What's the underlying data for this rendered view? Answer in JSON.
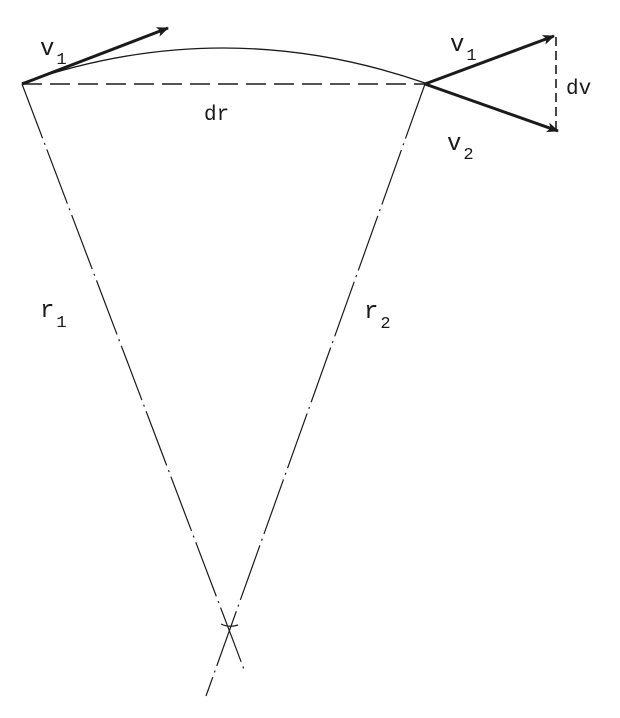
{
  "diagram": {
    "labels": {
      "v1_left": {
        "base": "v",
        "sub": "1"
      },
      "v1_right": {
        "base": "v",
        "sub": "1"
      },
      "v2": {
        "base": "v",
        "sub": "2"
      },
      "r1": {
        "base": "r",
        "sub": "1"
      },
      "r2": {
        "base": "r",
        "sub": "2"
      },
      "dr": "dr",
      "dv": "dv"
    },
    "colors": {
      "ink": "#1a1a1a",
      "background": "#ffffff"
    }
  }
}
